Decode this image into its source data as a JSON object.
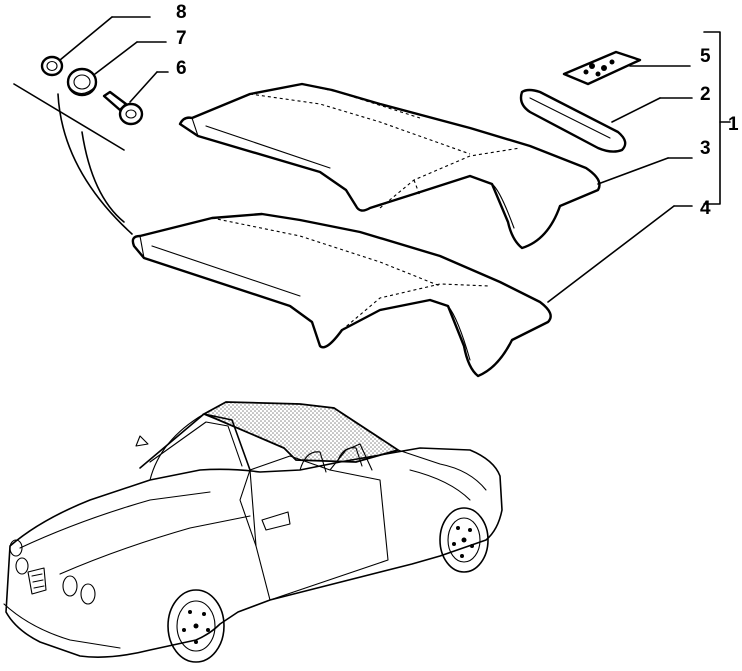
{
  "callouts": [
    {
      "id": "8",
      "label": "8"
    },
    {
      "id": "7",
      "label": "7"
    },
    {
      "id": "6",
      "label": "6"
    },
    {
      "id": "5",
      "label": "5"
    },
    {
      "id": "2",
      "label": "2"
    },
    {
      "id": "3",
      "label": "3"
    },
    {
      "id": "4",
      "label": "4"
    },
    {
      "id": "1",
      "label": "1"
    }
  ]
}
